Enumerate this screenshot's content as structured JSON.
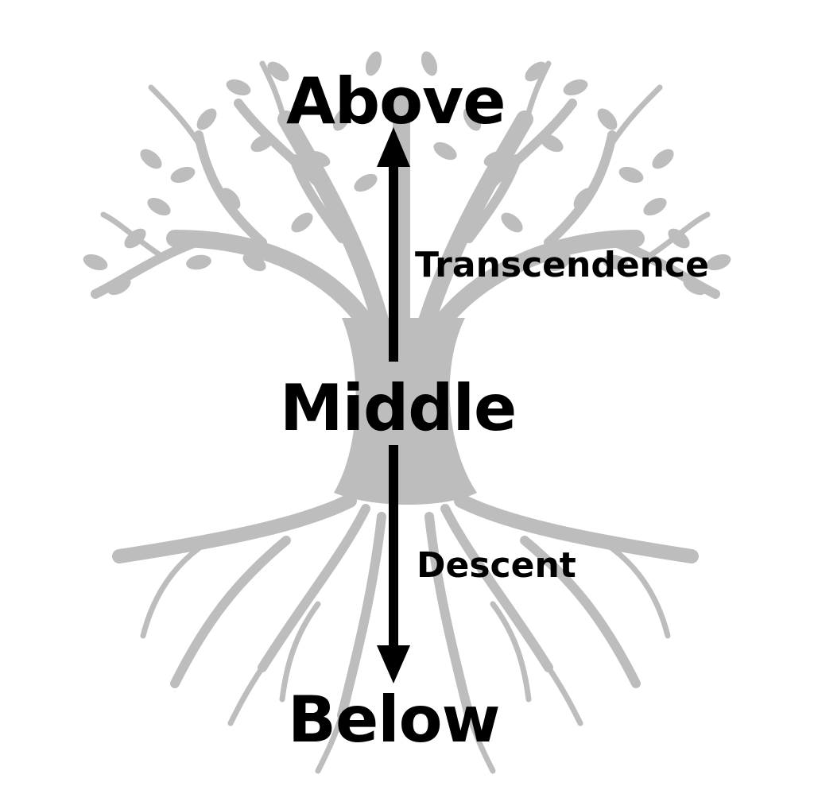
{
  "labels": {
    "above": "Above",
    "middle": "Middle",
    "below": "Below",
    "transcendence": "Transcendence",
    "descent": "Descent"
  },
  "colors": {
    "tree": "#bdbdbd",
    "text": "#000000",
    "arrow": "#000000",
    "background": "#ffffff"
  },
  "icons": {
    "illustration": "tree-of-life-icon"
  }
}
